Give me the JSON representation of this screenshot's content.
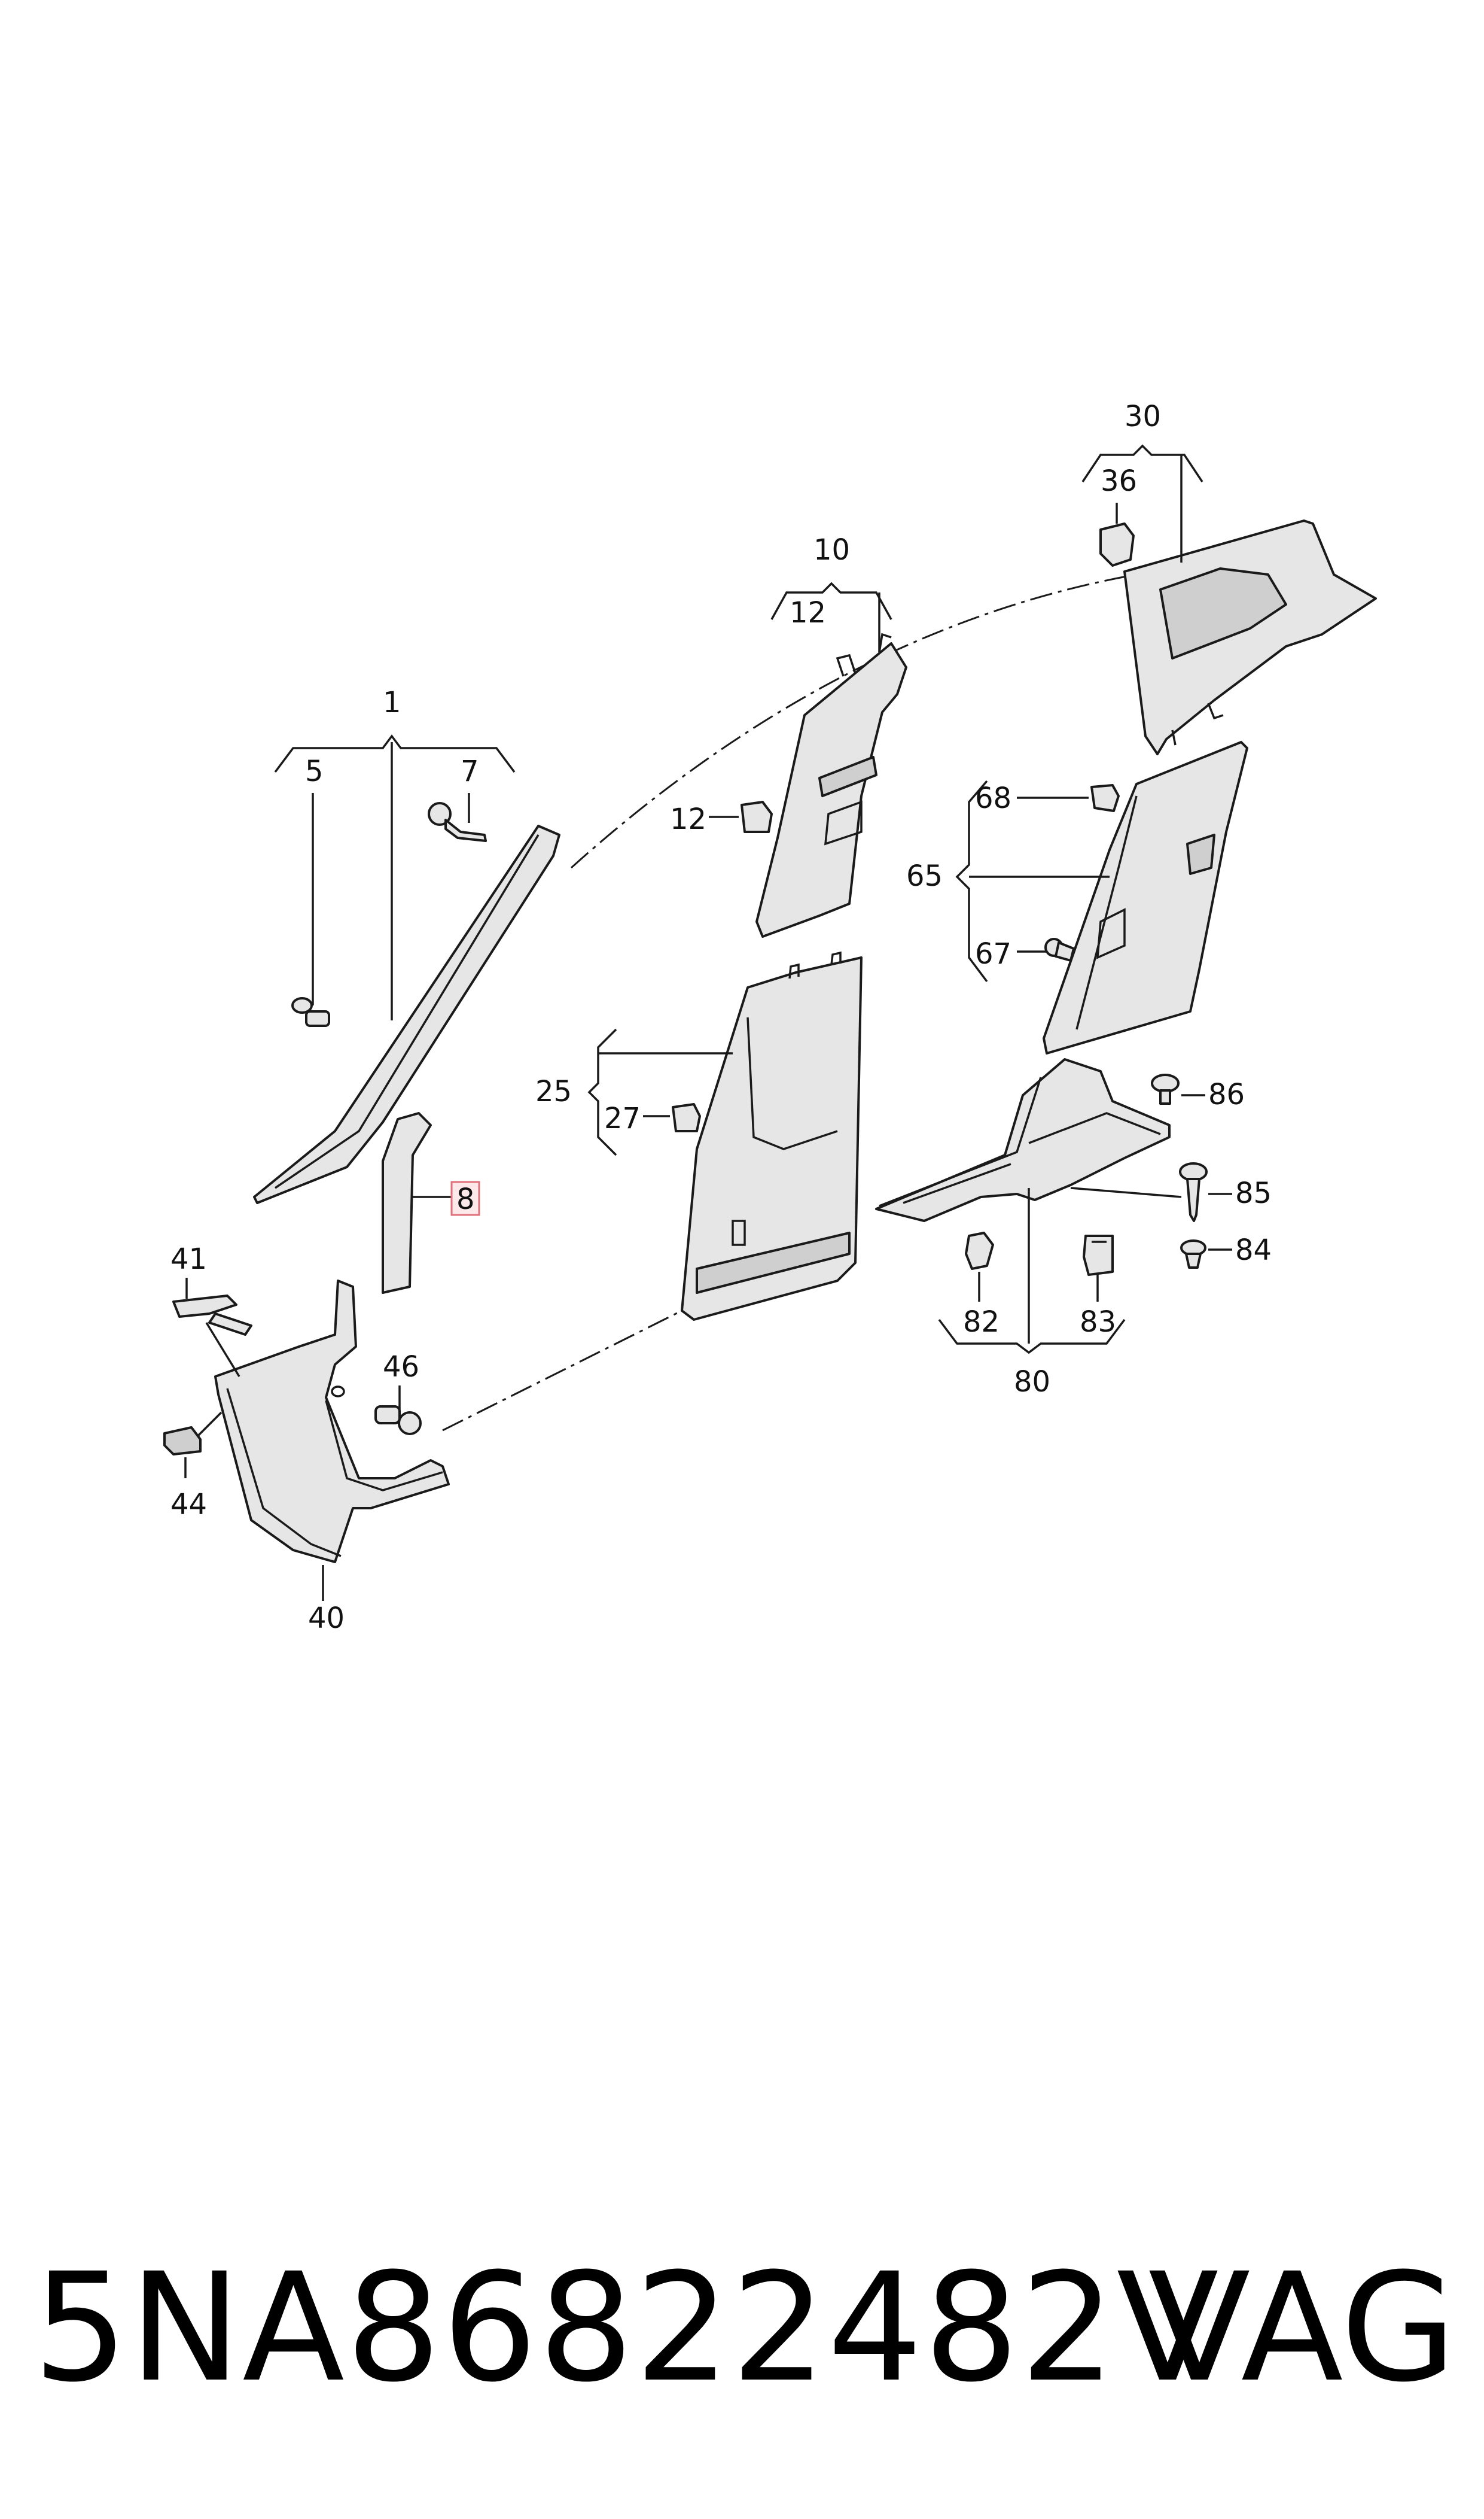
{
  "callouts": {
    "c1": "1",
    "c5": "5",
    "c7": "7",
    "c8": "8",
    "c10": "10",
    "c12a": "12",
    "c12b": "12",
    "c25": "25",
    "c27": "27",
    "c30": "30",
    "c36": "36",
    "c40": "40",
    "c41": "41",
    "c44": "44",
    "c46": "46",
    "c65": "65",
    "c67": "67",
    "c68": "68",
    "c80": "80",
    "c82": "82",
    "c83": "83",
    "c84": "84",
    "c85": "85",
    "c86": "86"
  },
  "highlighted_callout": "8",
  "footer": {
    "part_number": "5NA86822482V",
    "brand": "VAG"
  }
}
